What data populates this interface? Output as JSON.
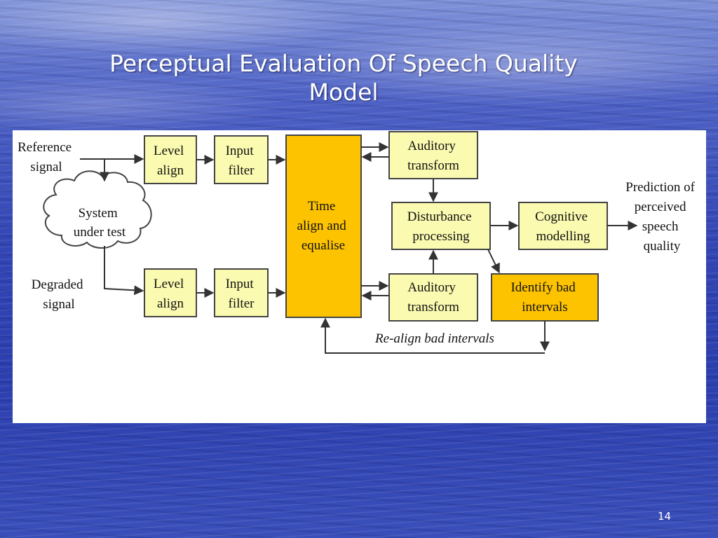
{
  "slide": {
    "title_line1": "Perceptual Evaluation Of Speech Quality",
    "title_line2": "Model",
    "page_number": "14"
  },
  "diagram": {
    "reference_signal": [
      "Reference",
      "signal"
    ],
    "system_under_test": [
      "System",
      "under test"
    ],
    "degraded_signal": [
      "Degraded",
      "signal"
    ],
    "level_align_top": [
      "Level",
      "align"
    ],
    "input_filter_top": [
      "Input",
      "filter"
    ],
    "level_align_bottom": [
      "Level",
      "align"
    ],
    "input_filter_bottom": [
      "Input",
      "filter"
    ],
    "time_align": [
      "Time",
      "align and",
      "equalise"
    ],
    "auditory_transform_top": [
      "Auditory",
      "transform"
    ],
    "auditory_transform_bottom": [
      "Auditory",
      "transform"
    ],
    "disturbance_processing": [
      "Disturbance",
      "processing"
    ],
    "cognitive_modelling": [
      "Cognitive",
      "modelling"
    ],
    "identify_bad_intervals": [
      "Identify bad",
      "intervals"
    ],
    "prediction": [
      "Prediction of",
      "perceived",
      "speech",
      "quality"
    ],
    "realign_label": "Re-align bad intervals",
    "colors": {
      "pale_box": "#fafab0",
      "orange_box": "#fdc300",
      "border": "#444444",
      "arrow": "#333333"
    }
  }
}
